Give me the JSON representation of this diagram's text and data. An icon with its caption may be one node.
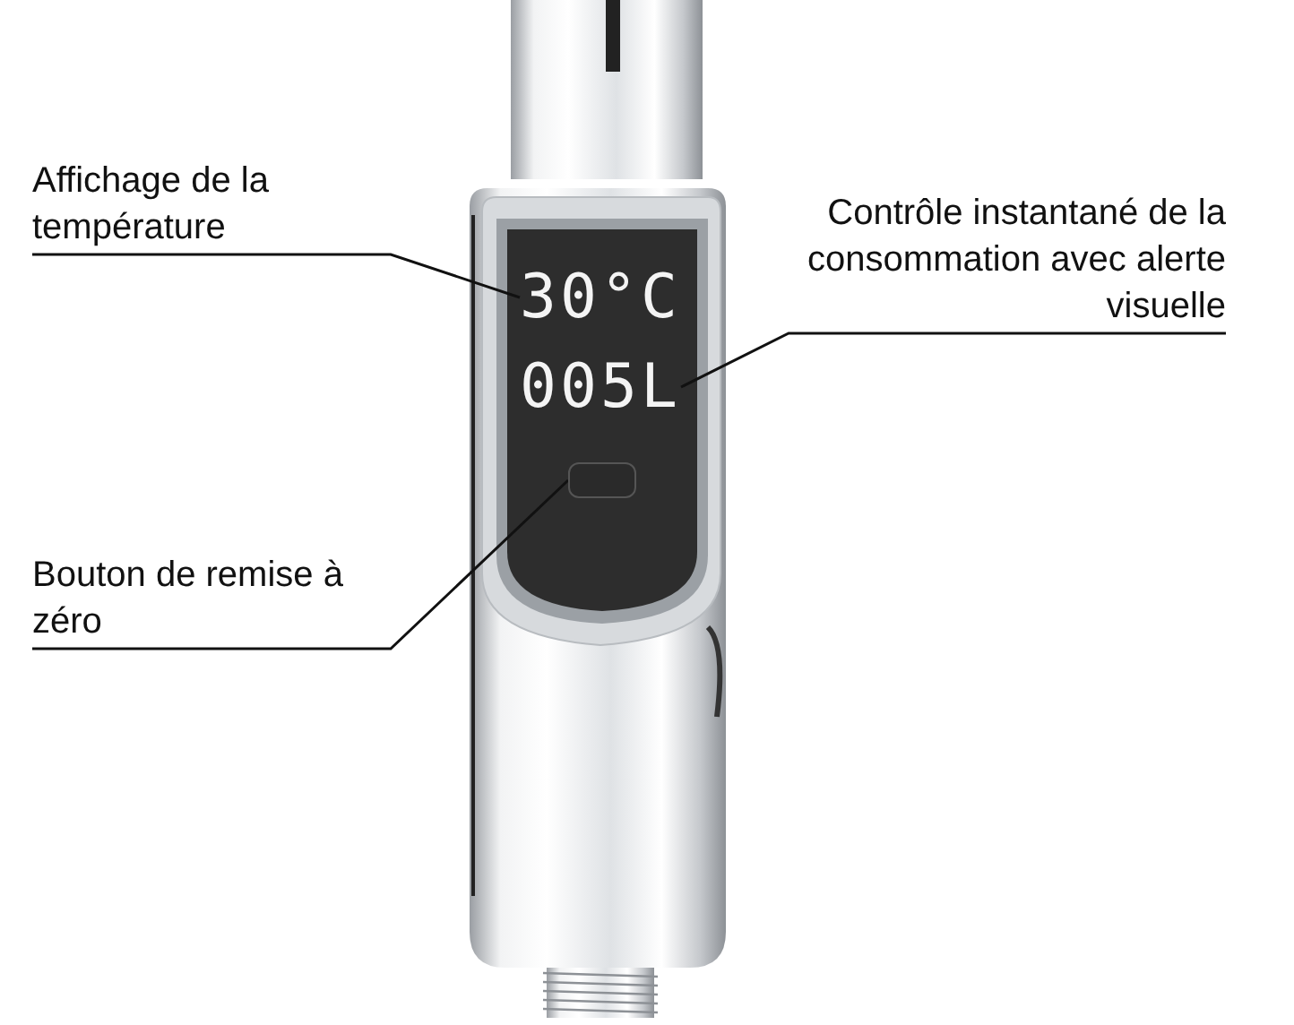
{
  "diagram": {
    "nodes": [
      {
        "text": [
          "Affichage de la température"
        ]
      },
      {
        "text": [
          "Contrôle instantané de la consommation avec alerte visuelle"
        ]
      },
      {
        "text": [
          "Bouton de remise à zéro"
        ]
      },
      {
        "text": [
          "30°C"
        ]
      },
      {
        "text": [
          "005L"
        ]
      },
      {
        "text": [],
        "shape": "box"
      }
    ],
    "edges": [
      {
        "from": 0,
        "to": 3,
        "arrow": "none"
      },
      {
        "from": 1,
        "to": 4,
        "arrow": "none"
      },
      {
        "from": 2,
        "to": 5,
        "arrow": "none"
      }
    ]
  }
}
